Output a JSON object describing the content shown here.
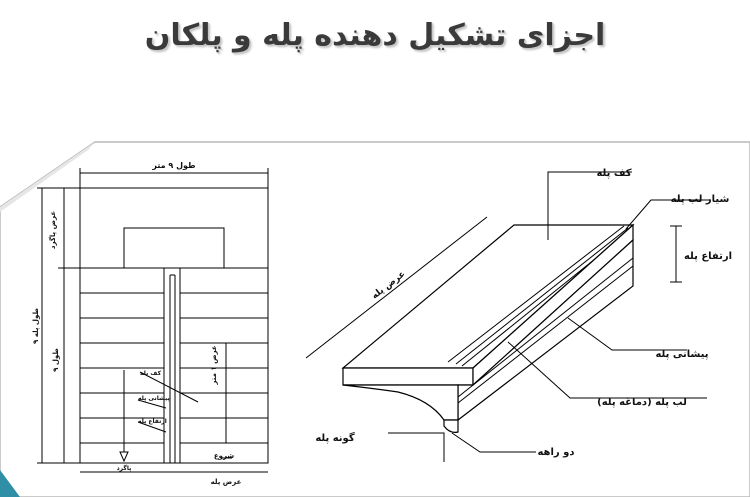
{
  "page": {
    "title": "اجزای تشکیل دهنده پله و پلکان"
  },
  "plan": {
    "top_dimension_label": "طول ۹ متر",
    "left_length_label": "طول پله ۹",
    "left_width_label": "عرض پاگرد",
    "left_inner_label": "طول ۹",
    "riser_label": "کف پله",
    "tread_label": "پیشانی پله",
    "nosing_label": "ارتفاع پله",
    "center_vertical_label": "عرض ۱ متر",
    "start_label": "پاگرد",
    "bottom_label": "عرض پله",
    "bottom_right_label": "شروع"
  },
  "section": {
    "labels": {
      "kaf_pele": "کف پله",
      "shiyar_lab_pele": "شیار لب پله",
      "ertefa_pele": "ارتفاع پله",
      "pishani_pele": "پیشانی پله",
      "lab_pele": "لب پله (دماغه پله)",
      "gune_pele": "گونه پله",
      "do_raheh": "دو راهه",
      "arz_pele": "عرض پله"
    }
  },
  "colors": {
    "accent_teal": "#2f8fa6",
    "line": "#000000",
    "title": "#3a3a3a"
  }
}
